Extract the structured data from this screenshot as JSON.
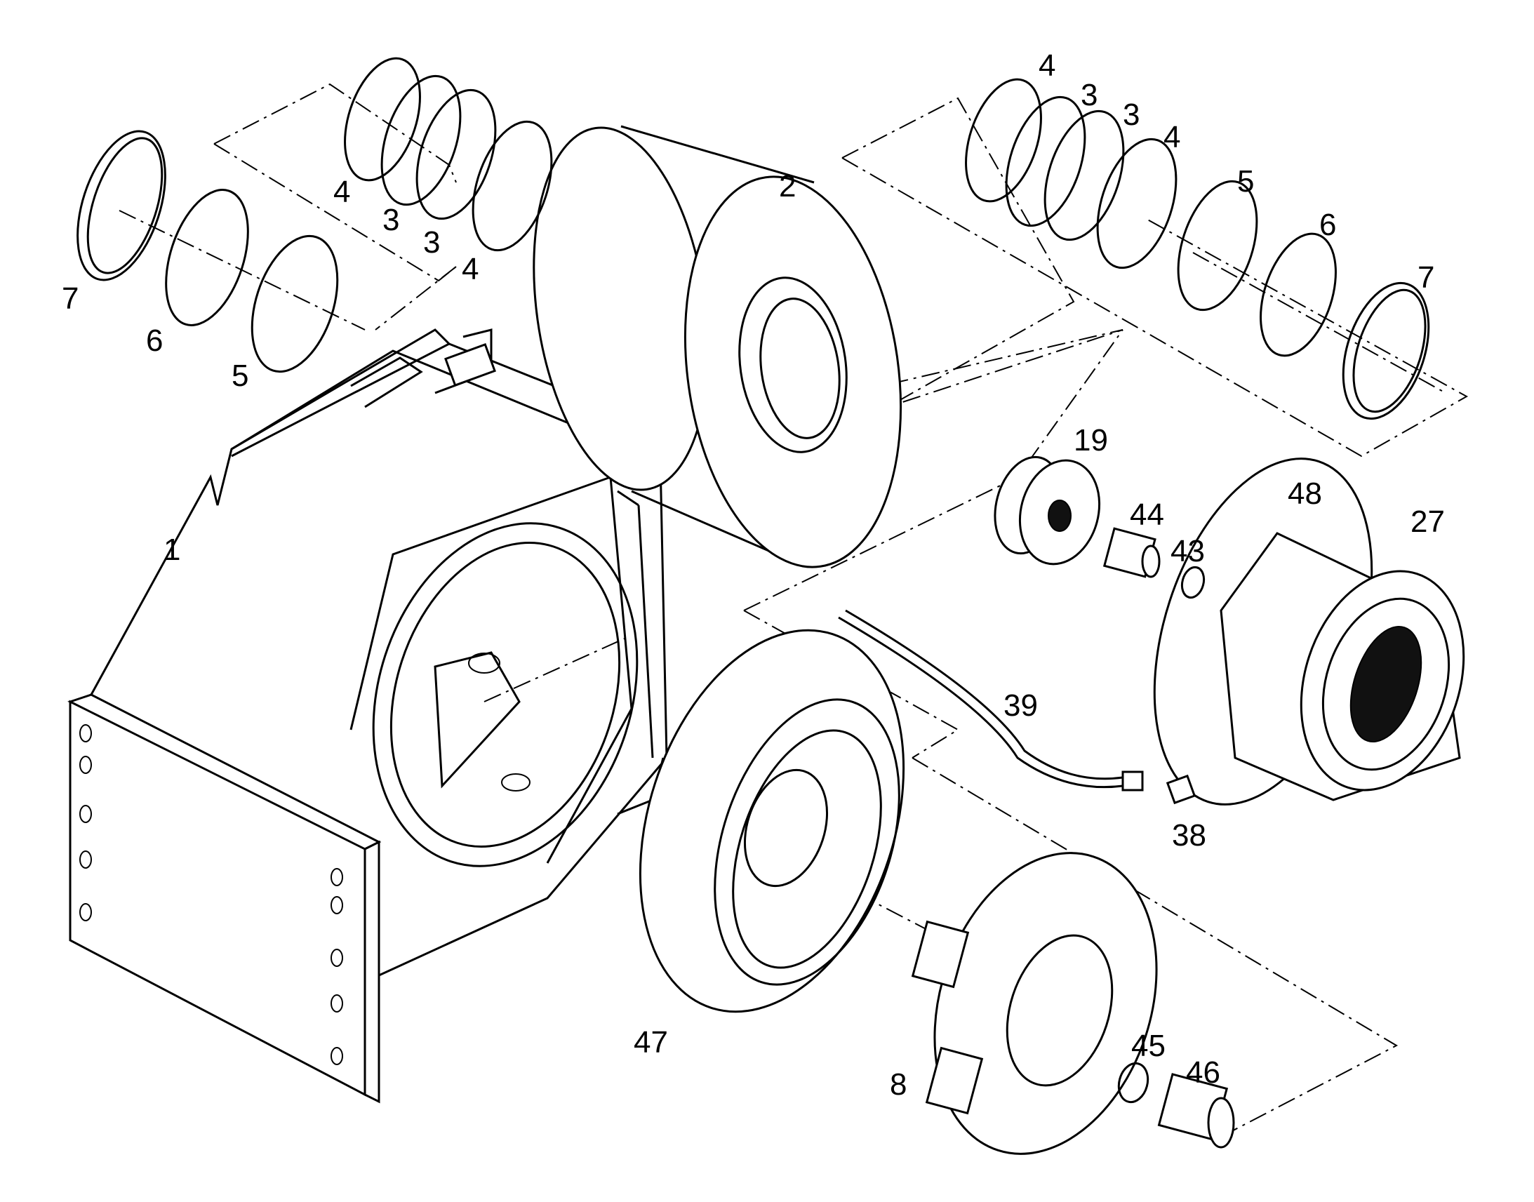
{
  "diagram": {
    "callouts": [
      {
        "id": "1",
        "label": "1"
      },
      {
        "id": "2",
        "label": "2"
      },
      {
        "id": "3a",
        "label": "3"
      },
      {
        "id": "3b",
        "label": "3"
      },
      {
        "id": "3c",
        "label": "3"
      },
      {
        "id": "3d",
        "label": "3"
      },
      {
        "id": "4a",
        "label": "4"
      },
      {
        "id": "4b",
        "label": "4"
      },
      {
        "id": "4c",
        "label": "4"
      },
      {
        "id": "4d",
        "label": "4"
      },
      {
        "id": "5a",
        "label": "5"
      },
      {
        "id": "5b",
        "label": "5"
      },
      {
        "id": "6a",
        "label": "6"
      },
      {
        "id": "6b",
        "label": "6"
      },
      {
        "id": "7a",
        "label": "7"
      },
      {
        "id": "7b",
        "label": "7"
      },
      {
        "id": "8",
        "label": "8"
      },
      {
        "id": "19",
        "label": "19"
      },
      {
        "id": "27",
        "label": "27"
      },
      {
        "id": "38",
        "label": "38"
      },
      {
        "id": "39",
        "label": "39"
      },
      {
        "id": "43",
        "label": "43"
      },
      {
        "id": "44",
        "label": "44"
      },
      {
        "id": "45",
        "label": "45"
      },
      {
        "id": "46",
        "label": "46"
      },
      {
        "id": "47",
        "label": "47"
      },
      {
        "id": "48",
        "label": "48"
      }
    ]
  }
}
